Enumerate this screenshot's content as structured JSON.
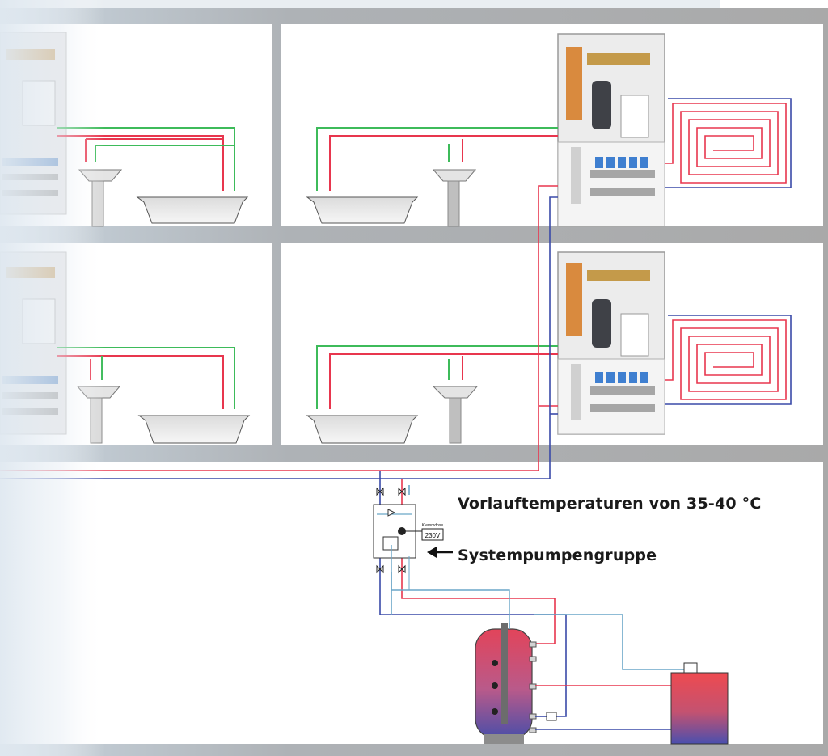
{
  "annotations": {
    "flow_temperature": "Vorlauftemperaturen von 35-40 °C",
    "pump_group": "Systempumpengruppe"
  },
  "pump_group_box": {
    "box_title": "Klemmdose",
    "voltage": "230V"
  },
  "colors": {
    "flow_pipe": "#e8364e",
    "return_pipe": "#3a4aa8",
    "cold_water_pipe": "#3dbb5a",
    "dhw_circulation": "#6aa6c8",
    "building_shell": "#a9a9a9",
    "room_wall": "#ffffff",
    "background_tint": "#dde7f0"
  },
  "icons": {
    "arrow": "arrow-left-icon",
    "valve": "valve-icon",
    "pump": "pump-icon",
    "heat_pump": "heat-pump-icon",
    "buffer_tank": "buffer-tank-icon"
  }
}
